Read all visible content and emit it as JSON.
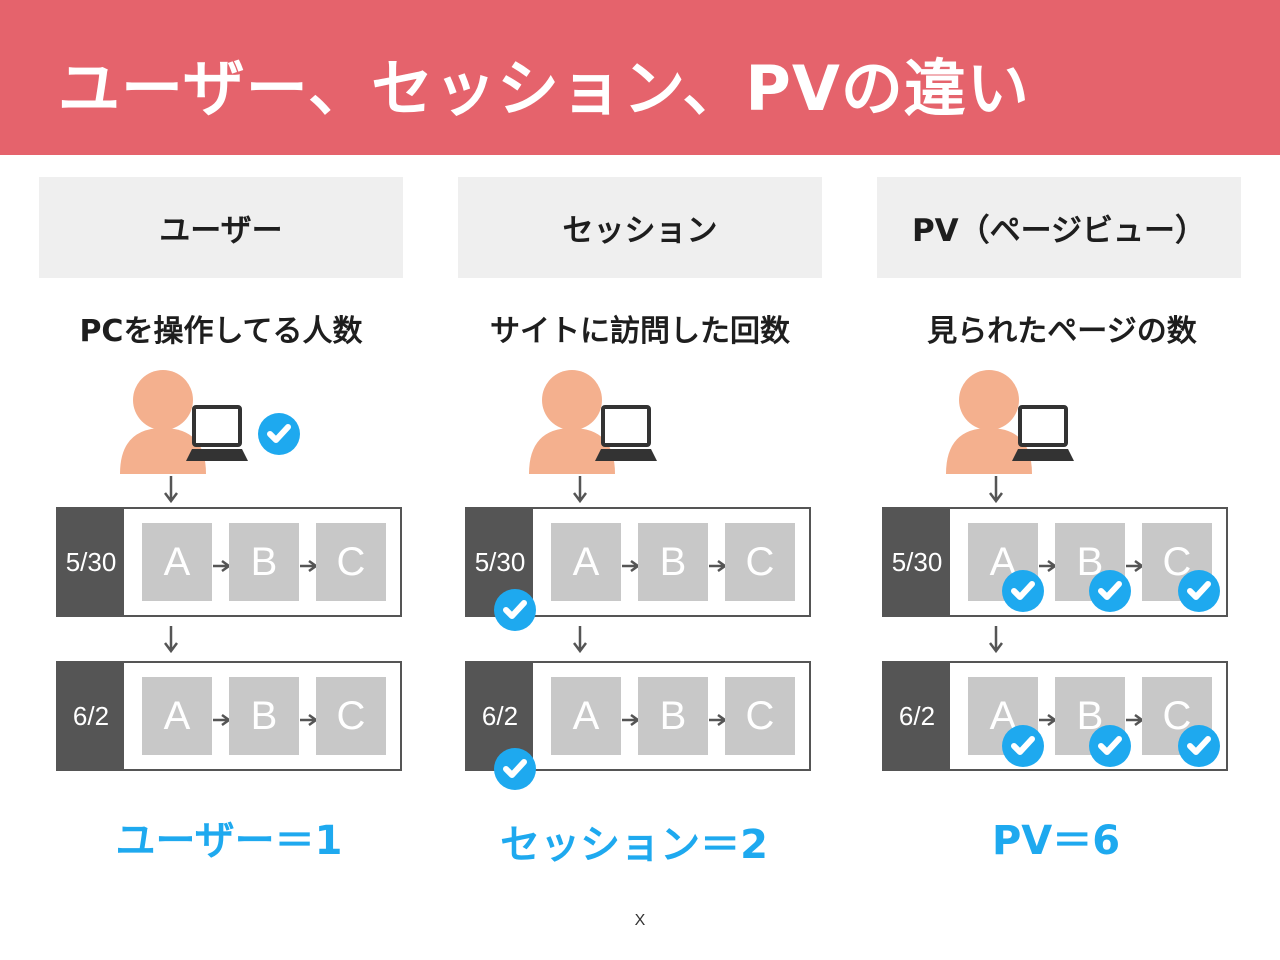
{
  "title": "ユーザー、セッション、PVの違い",
  "colors": {
    "banner": "#e5636c",
    "accent": "#1ea9ef",
    "dark": "#555555",
    "page_gray": "#c8c8c8",
    "person": "#f4b08e"
  },
  "columns": [
    {
      "header": "ユーザー",
      "description": "PCを操作してる人数",
      "result": "ユーザー＝1",
      "rows": [
        {
          "date": "5/30",
          "pages": [
            "A",
            "B",
            "C"
          ]
        },
        {
          "date": "6/2",
          "pages": [
            "A",
            "B",
            "C"
          ]
        }
      ],
      "check_marks": "user"
    },
    {
      "header": "セッション",
      "description": "サイトに訪問した回数",
      "result": "セッション＝2",
      "rows": [
        {
          "date": "5/30",
          "pages": [
            "A",
            "B",
            "C"
          ]
        },
        {
          "date": "6/2",
          "pages": [
            "A",
            "B",
            "C"
          ]
        }
      ],
      "check_marks": "session"
    },
    {
      "header": "PV（ページビュー）",
      "description": "見られたページの数",
      "result": "PV＝6",
      "rows": [
        {
          "date": "5/30",
          "pages": [
            "A",
            "B",
            "C"
          ]
        },
        {
          "date": "6/2",
          "pages": [
            "A",
            "B",
            "C"
          ]
        }
      ],
      "check_marks": "page"
    }
  ],
  "footer": "X"
}
